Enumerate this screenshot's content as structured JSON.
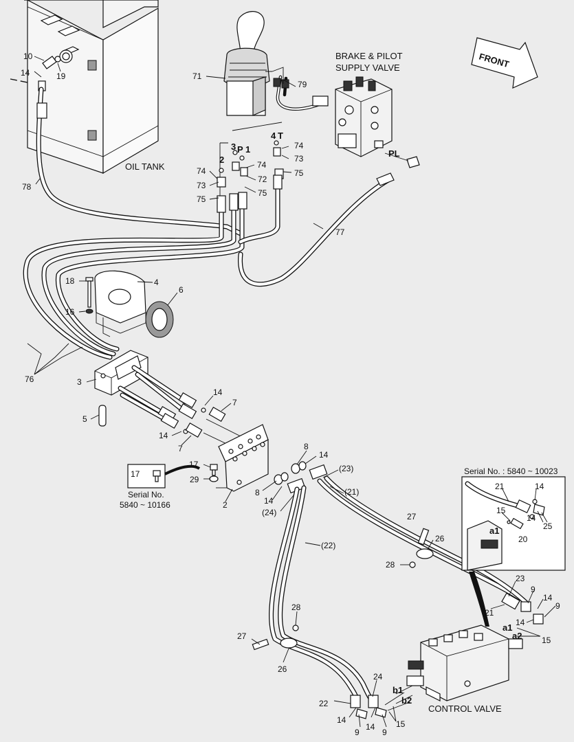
{
  "labels": {
    "oil_tank": "OIL TANK",
    "brake_valve_l1": "BRAKE & PILOT",
    "brake_valve_l2": "SUPPLY VALVE",
    "front": "FRONT",
    "control_valve": "CONTROL VALVE",
    "serial_inset_top": "Serial No. : 5840 ~ 10023",
    "serial_inset_left_l1": "Serial No.",
    "serial_inset_left_l2": "5840 ~ 10166"
  },
  "ports": {
    "p1": "1",
    "p2": "2",
    "p3": "3",
    "p4": "4",
    "pP": "P",
    "pT": "T",
    "pPL": "PL",
    "a1": "a1",
    "a2": "a2",
    "b1": "b1",
    "b2": "b2",
    "inset_a1": "a1"
  },
  "parts": {
    "n2": "2",
    "n3": "3",
    "n4": "4",
    "n5": "5",
    "n6": "6",
    "n7": "7",
    "n8": "8",
    "n9": "9",
    "n10": "10",
    "n14": "14",
    "n15": "15",
    "n16": "16",
    "n17": "17",
    "n18": "18",
    "n19": "19",
    "n20": "20",
    "n21": "21",
    "n22": "22",
    "n23": "23",
    "n24": "24",
    "n25": "25",
    "n26": "26",
    "n27": "27",
    "n28": "28",
    "n29": "29",
    "n71": "71",
    "n72": "72",
    "n73": "73",
    "n74": "74",
    "n75": "75",
    "n76": "76",
    "n77": "77",
    "n78": "78",
    "n79": "79",
    "p21": "(21)",
    "p22": "(22)",
    "p23": "(23)",
    "p24": "(24)"
  }
}
